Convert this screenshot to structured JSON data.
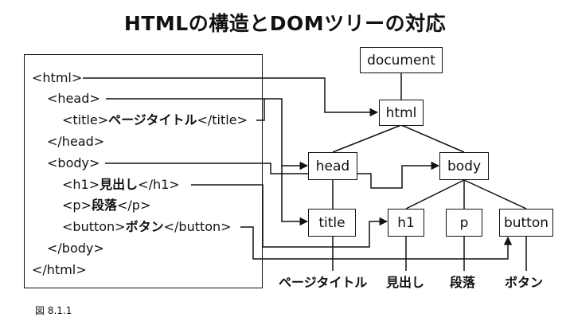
{
  "title": "HTMLの構造とDOMツリーの対応",
  "caption": "図 8.1.1",
  "code_lines": [
    {
      "pre": "<html>",
      "text": "",
      "post": ""
    },
    {
      "pre": "<head>",
      "text": "",
      "post": ""
    },
    {
      "pre": "<title>",
      "text": "ページタイトル",
      "post": "</title>"
    },
    {
      "pre": "</head>",
      "text": "",
      "post": ""
    },
    {
      "pre": "<body>",
      "text": "",
      "post": ""
    },
    {
      "pre": "<h1>",
      "text": "見出し",
      "post": "</h1>"
    },
    {
      "pre": "<p>",
      "text": "段落",
      "post": "</p>"
    },
    {
      "pre": "<button>",
      "text": "ボタン",
      "post": "</button>"
    },
    {
      "pre": "</body>",
      "text": "",
      "post": ""
    },
    {
      "pre": "</html>",
      "text": "",
      "post": ""
    }
  ],
  "nodes": {
    "document": "document",
    "html": "html",
    "head": "head",
    "body": "body",
    "title": "title",
    "h1": "h1",
    "p": "p",
    "button": "button"
  },
  "leaf_texts": {
    "title": "ページタイトル",
    "h1": "見出し",
    "p": "段落",
    "button": "ボタン"
  }
}
